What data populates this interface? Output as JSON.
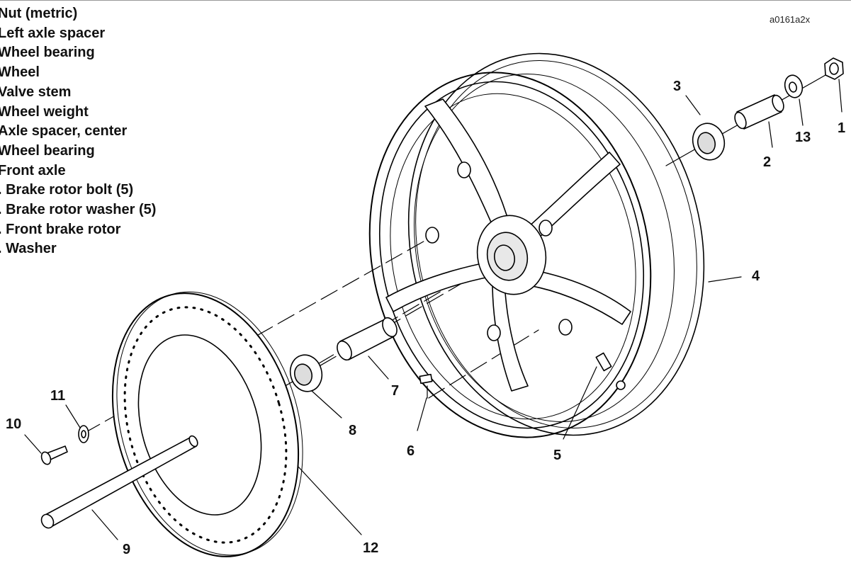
{
  "figure_id": "a0161a2x",
  "legend": [
    "Nut (metric)",
    "Left axle spacer",
    "Wheel bearing",
    "Wheel",
    "Valve stem",
    "Wheel weight",
    "Axle spacer, center",
    "Wheel bearing",
    "Front axle",
    ". Brake rotor bolt (5)",
    ". Brake rotor washer (5)",
    ". Front brake rotor",
    ". Washer"
  ],
  "callouts": [
    "1",
    "2",
    "3",
    "4",
    "5",
    "6",
    "7",
    "8",
    "9",
    "10",
    "11",
    "12",
    "13"
  ]
}
